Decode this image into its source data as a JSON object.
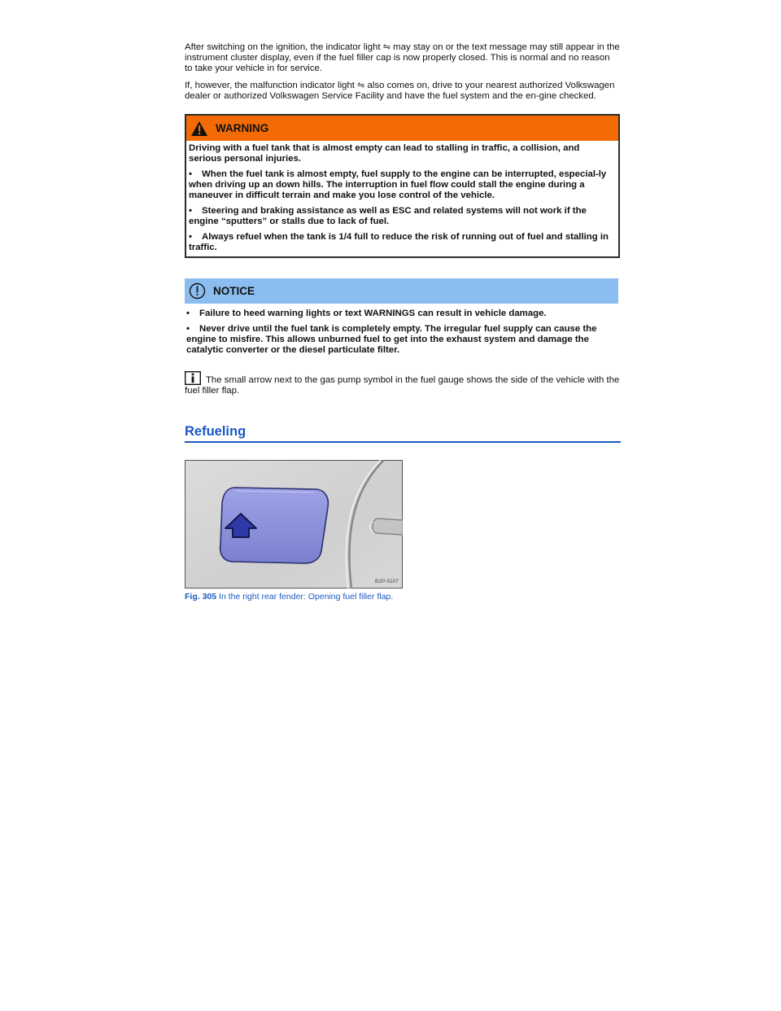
{
  "intro": {
    "p1_before": "After switching on the ignition, the indicator light",
    "p1_after": "may stay on or the text message may still appear in the instrument cluster display, even if the fuel filler cap is now properly closed. This is normal and no reason to take your vehicle in for service.",
    "p2_before": "If, however, the malfunction indicator light",
    "p2_after": "also comes on, drive to your nearest authorized Volkswagen dealer or authorized Volkswagen Service Facility and have the fuel system and the en-gine checked."
  },
  "warning": {
    "title": "WARNING",
    "color": "#f46b06",
    "lead": "Driving with a fuel tank that is almost empty can lead to stalling in traffic, a collision, and serious personal injuries.",
    "bullets": [
      "When the fuel tank is almost empty, fuel supply to the engine can be interrupted, especial-ly when driving up an down hills. The interruption in fuel flow could stall the engine during a maneuver in difficult terrain and make you lose control of the vehicle.",
      "Steering and braking assistance as well as ESC and related systems will not work if the engine “sputters” or stalls due to lack of fuel.",
      "Always refuel when the tank is 1/4 full to reduce the risk of running out of fuel and stalling in traffic."
    ]
  },
  "notice": {
    "title": "NOTICE",
    "color": "#8bbdf0",
    "bullets": [
      "Failure to heed warning lights or text WARNINGS can result in vehicle damage.",
      "Never drive until the fuel tank is completely empty. The irregular fuel supply can cause the engine to misfire. This allows unburned fuel to get into the exhaust system and damage the catalytic converter or the diesel particulate filter."
    ]
  },
  "note": {
    "text": "The small arrow next to the gas pump symbol in the fuel gauge shows the side of the vehicle with the fuel filler flap."
  },
  "section": {
    "heading": "Refueling",
    "color": "#1b58c2"
  },
  "figure": {
    "image_code": "B2P-0107",
    "caption_label": "Fig. 305",
    "caption_text": "In the right rear fender: Opening fuel filler flap."
  },
  "icons": {
    "indicator": "fuel-cap-indicator-icon",
    "warning": "warning-triangle-icon",
    "notice": "notice-exclamation-icon",
    "note": "info-note-icon"
  }
}
